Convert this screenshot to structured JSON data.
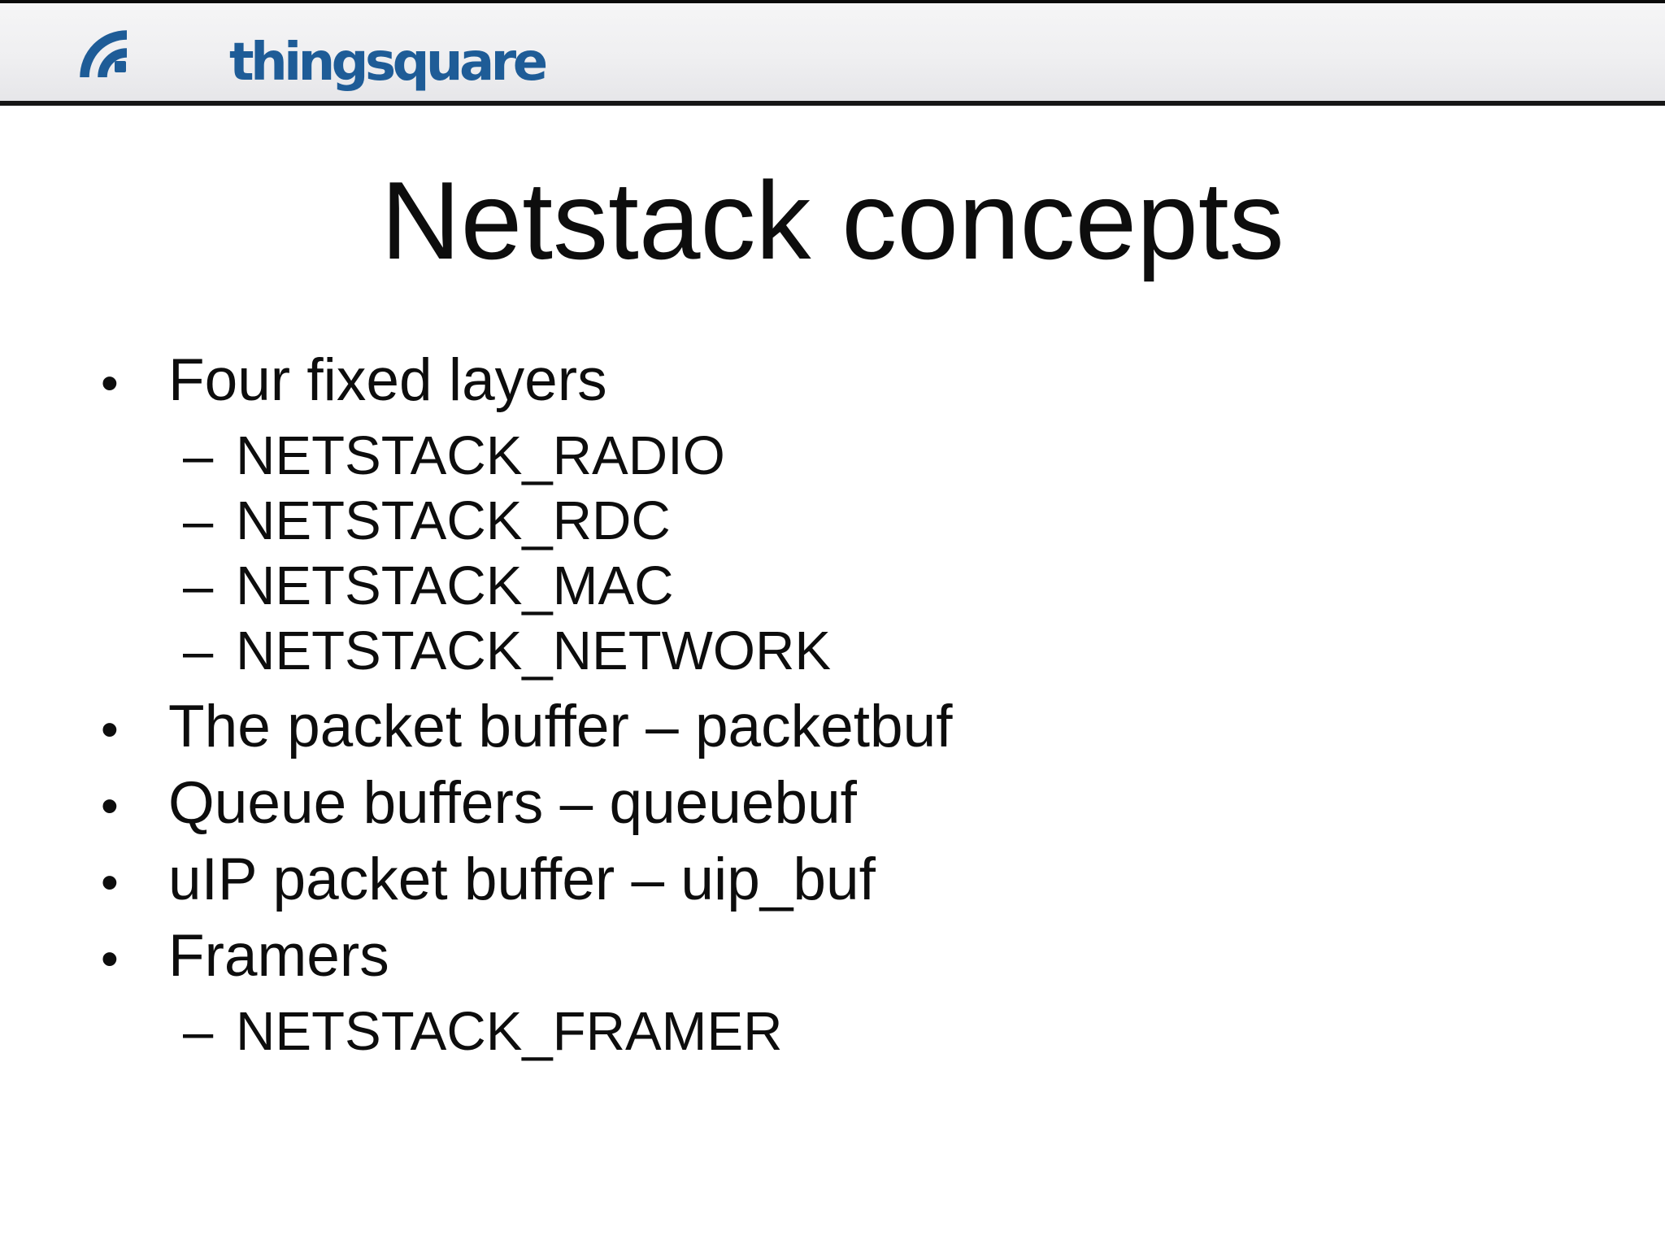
{
  "slide": {
    "logo": {
      "text": "thingsquare",
      "icon": "wifi-arcs-square-icon",
      "color": "#1e5c97"
    },
    "title": "Netstack concepts",
    "markers": {
      "level1": "•",
      "level2": "–"
    },
    "bullets": [
      {
        "level": 1,
        "text": "Four fixed layers"
      },
      {
        "level": 2,
        "text": "NETSTACK_RADIO"
      },
      {
        "level": 2,
        "text": "NETSTACK_RDC"
      },
      {
        "level": 2,
        "text": "NETSTACK_MAC"
      },
      {
        "level": 2,
        "text": "NETSTACK_NETWORK"
      },
      {
        "level": 1,
        "text": "The packet buffer – packetbuf"
      },
      {
        "level": 1,
        "text": "Queue buffers – queuebuf"
      },
      {
        "level": 1,
        "text": "uIP packet buffer – uip_buf"
      },
      {
        "level": 1,
        "text": "Framers"
      },
      {
        "level": 2,
        "text": "NETSTACK_FRAMER"
      }
    ],
    "colors": {
      "logo_blue": "#1e5c97",
      "header_bg_top": "#f5f5f6",
      "header_bg_bottom": "#e6e6e9",
      "top_strip": "#0a0a0a",
      "header_rule": "#161616",
      "text": "#0d0d0d",
      "background": "#ffffff"
    }
  }
}
